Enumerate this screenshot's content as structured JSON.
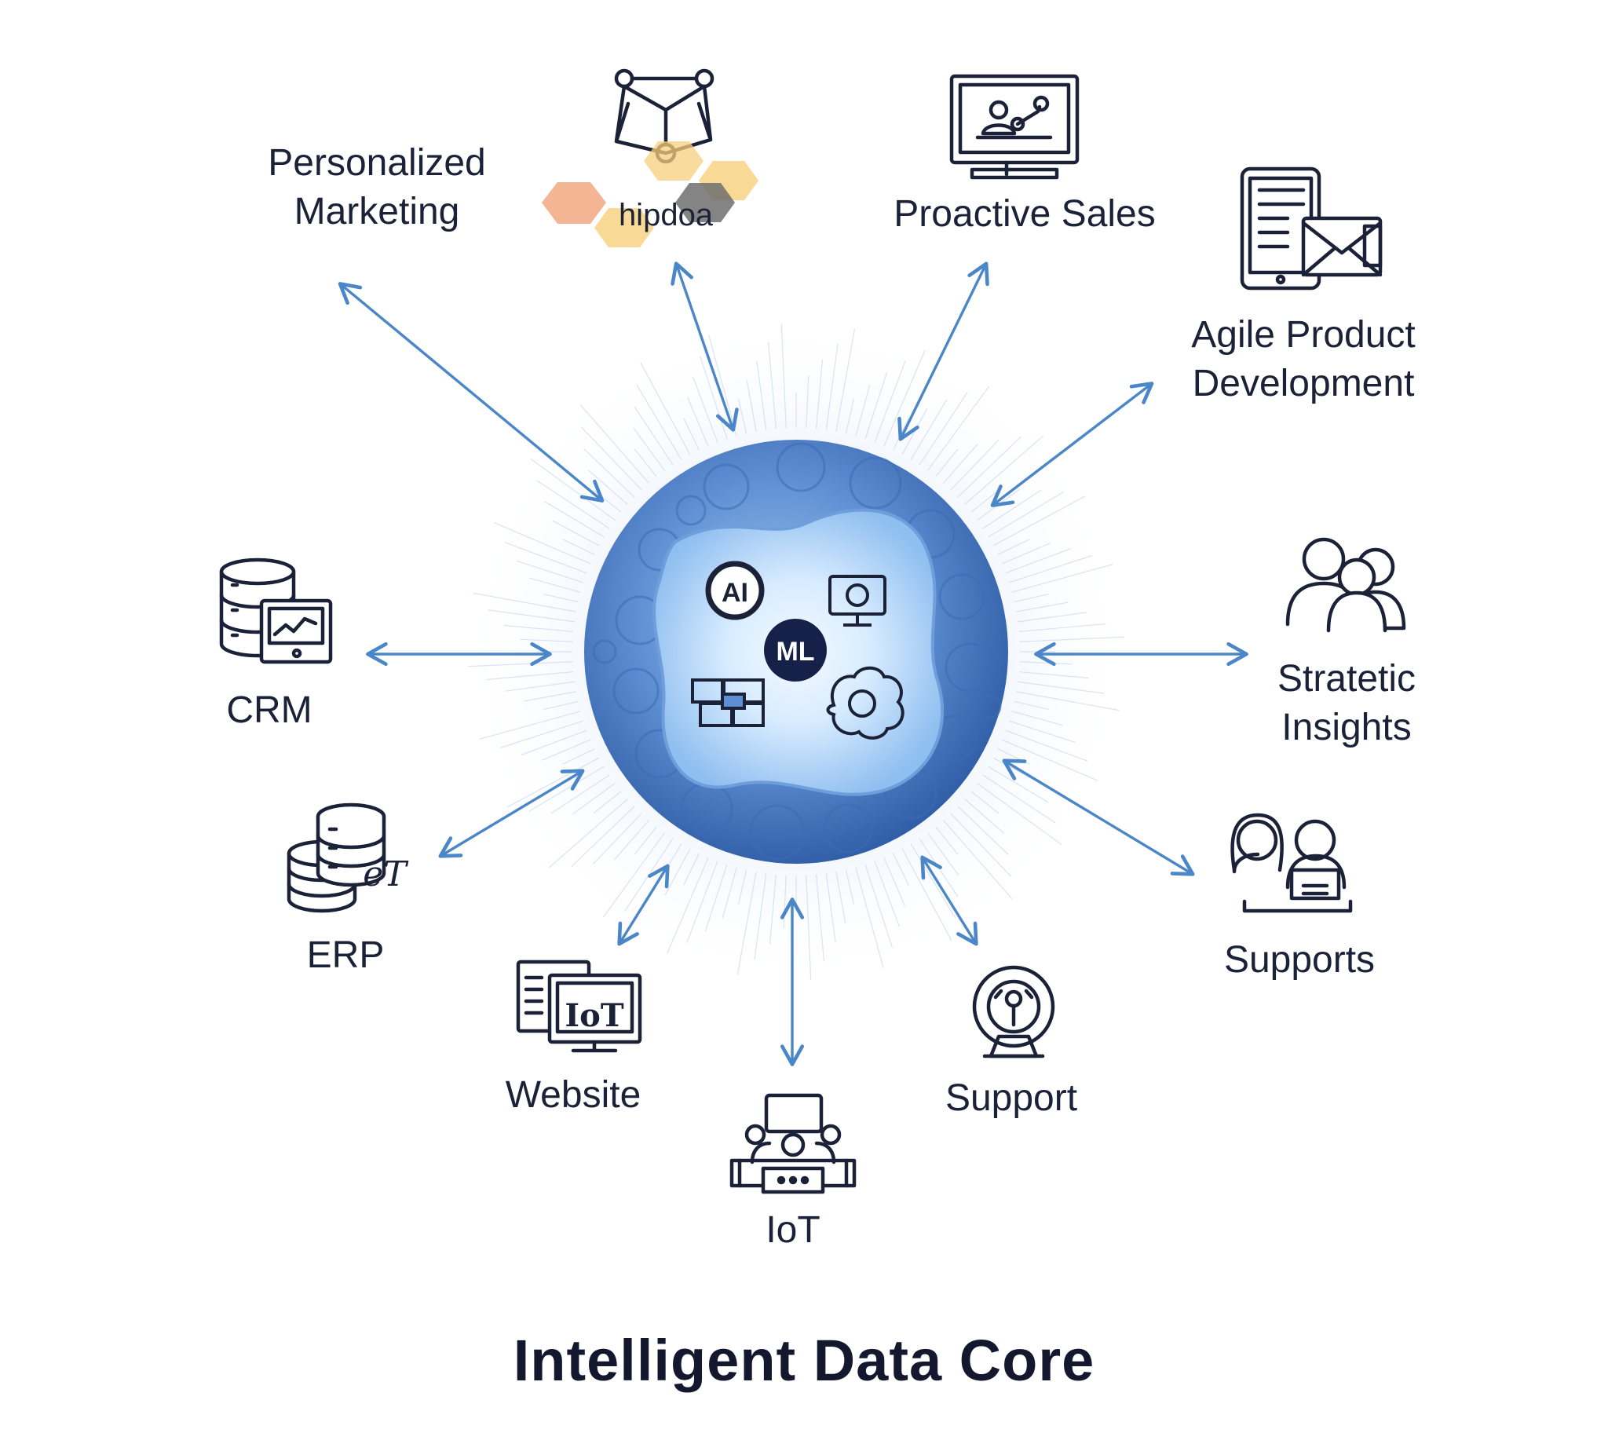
{
  "title": "Intelligent Data Core",
  "core": {
    "badges": [
      "AI",
      "ML"
    ]
  },
  "nodes": [
    {
      "id": "personalized-marketing",
      "lines": [
        "Personalized",
        "Marketing"
      ],
      "icon": "network-nodes-icon"
    },
    {
      "id": "hubspot",
      "lines": [
        "hipdoa"
      ],
      "icon": "hexagon-logo-icon"
    },
    {
      "id": "proactive-sales",
      "lines": [
        "Proactive Sales"
      ],
      "icon": "monitor-chart-icon"
    },
    {
      "id": "agile-product-development",
      "lines": [
        "Agile Product",
        "Development"
      ],
      "icon": "tablet-mail-icon"
    },
    {
      "id": "strategic-insights",
      "lines": [
        "Stratetic",
        "Insights"
      ],
      "icon": "people-group-icon"
    },
    {
      "id": "supports",
      "lines": [
        "Supports"
      ],
      "icon": "support-agents-icon"
    },
    {
      "id": "support",
      "lines": [
        "Support"
      ],
      "icon": "headset-target-icon"
    },
    {
      "id": "iot",
      "lines": [
        "IoT"
      ],
      "icon": "iot-workstation-icon"
    },
    {
      "id": "website",
      "lines": [
        "Website"
      ],
      "icon": "iot-monitor-icon",
      "icon_text": "IoT"
    },
    {
      "id": "erp",
      "lines": [
        "ERP"
      ],
      "icon": "database-stack-icon",
      "icon_text": "eT"
    },
    {
      "id": "crm",
      "lines": [
        "CRM"
      ],
      "icon": "database-chart-icon"
    }
  ],
  "colors": {
    "arrow": "#4a86c8",
    "icon": "#1b2238",
    "core_dark": "#2f5da6",
    "core_light": "#dcefff",
    "hex_orange": "#f2a882",
    "hex_yellow": "#f7cf7c",
    "hex_gray": "#6e6e6e"
  }
}
